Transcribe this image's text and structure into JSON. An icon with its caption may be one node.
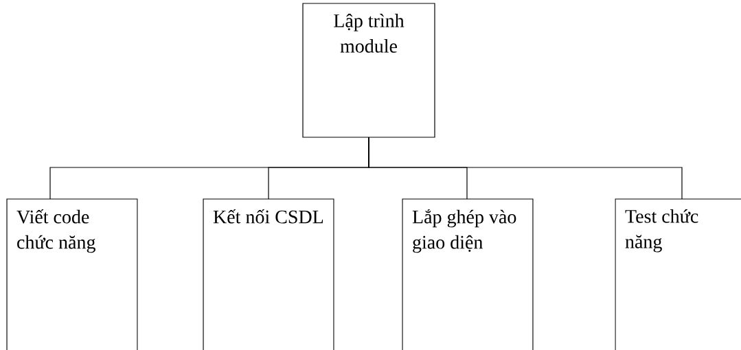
{
  "diagram": {
    "nodes": [
      {
        "text": [
          "Lập trình module"
        ]
      },
      {
        "text": [
          "Viết code chức năng"
        ]
      },
      {
        "text": [
          "Kết nối CSDL"
        ]
      },
      {
        "text": [
          "Lắp ghép vào giao diện"
        ]
      },
      {
        "text": [
          "Test chức năng"
        ]
      }
    ],
    "edges": [
      {
        "from": 0,
        "to": 1,
        "arrow": "none"
      },
      {
        "from": 0,
        "to": 2,
        "arrow": "none"
      },
      {
        "from": 0,
        "to": 3,
        "arrow": "none"
      },
      {
        "from": 0,
        "to": 4,
        "arrow": "none"
      }
    ]
  }
}
